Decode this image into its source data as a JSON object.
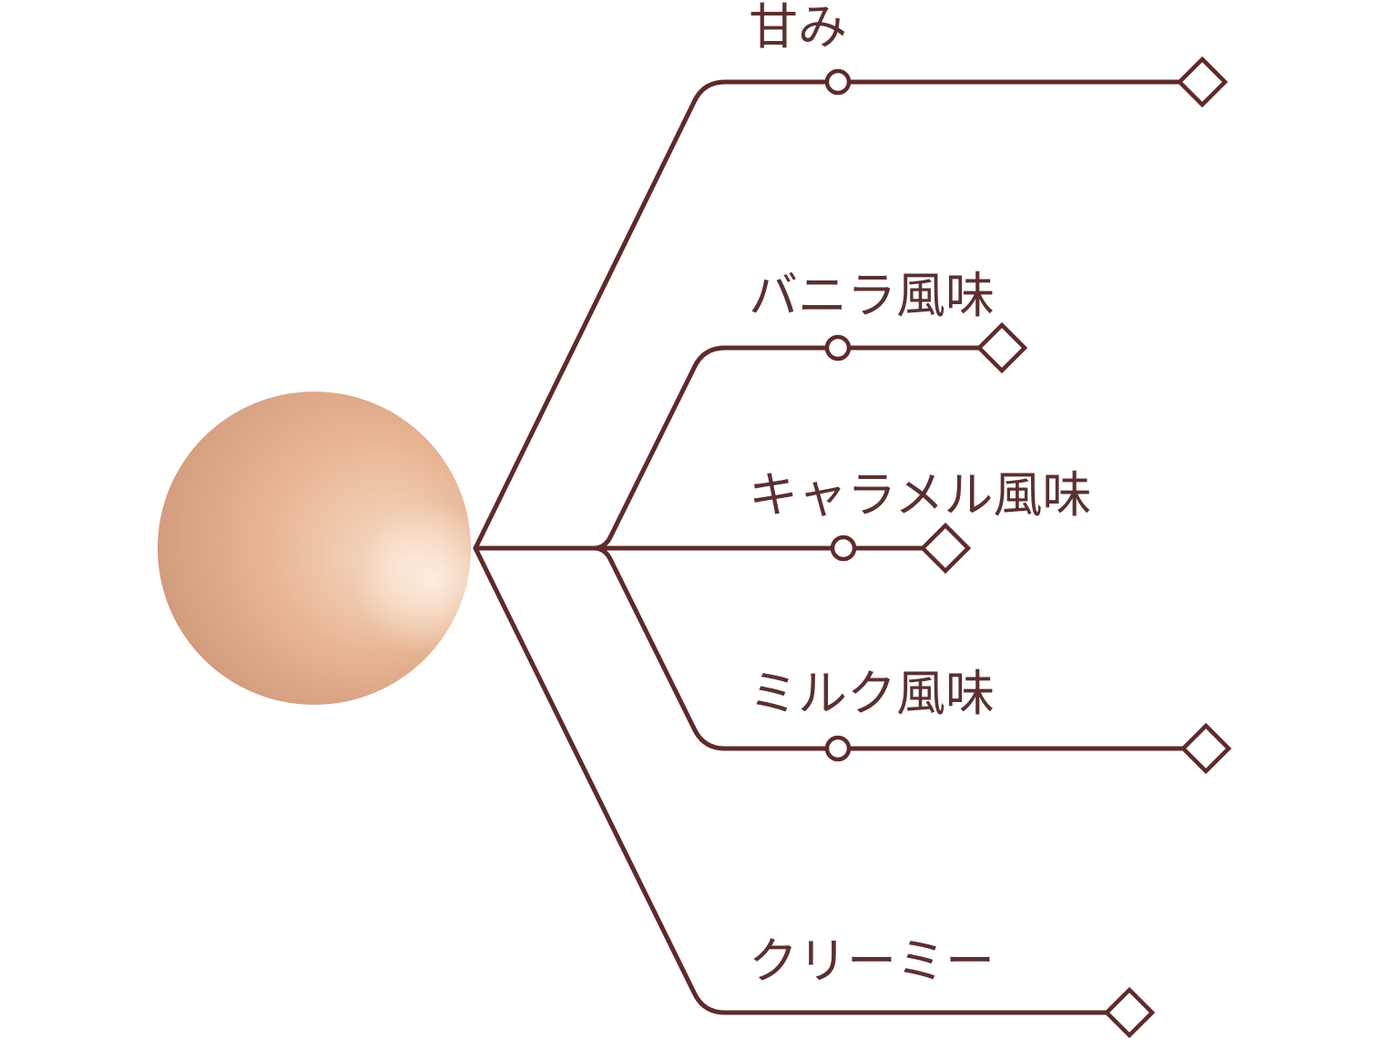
{
  "colors": {
    "line": "#5e2a2a",
    "label": "#5a3030",
    "sphere_light": "#f6dcc6",
    "sphere_mid": "#e8b594",
    "sphere_dark": "#d39c7e",
    "background": "#ffffff"
  },
  "diagram": {
    "root": "sphere",
    "branches": [
      {
        "label": "甘み",
        "strength": 1.0
      },
      {
        "label": "バニラ風味",
        "strength": 0.45
      },
      {
        "label": "キャラメル風味",
        "strength": 0.28
      },
      {
        "label": "ミルク風味",
        "strength": 1.0
      },
      {
        "label": "クリーミー",
        "strength": 0.8
      }
    ]
  }
}
